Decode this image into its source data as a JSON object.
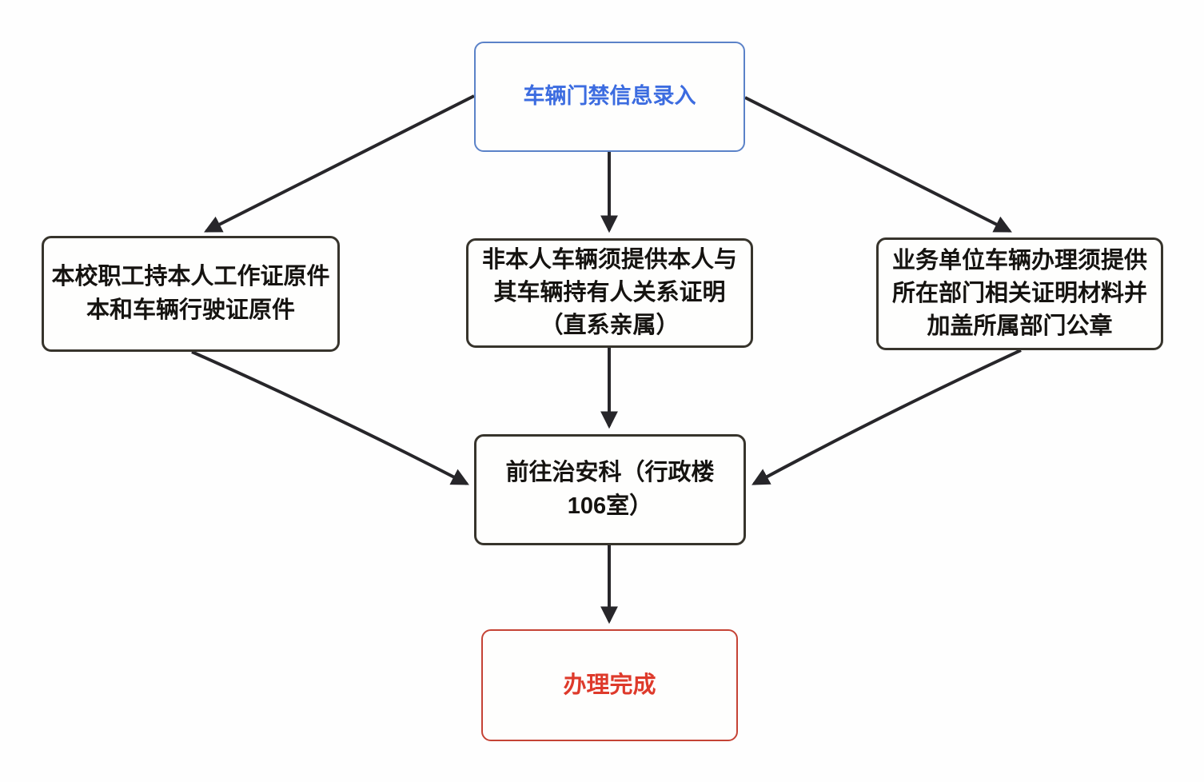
{
  "flowchart": {
    "nodes": [
      {
        "id": "start",
        "label": "车辆门禁信息录入"
      },
      {
        "id": "staff",
        "label": "本校职工持本人工作证原件\n本和车辆行驶证原件"
      },
      {
        "id": "nonowner",
        "label": "非本人车辆须提供本人与\n其车辆持有人关系证明\n（直系亲属）"
      },
      {
        "id": "business",
        "label": "业务单位车辆办理须提供\n所在部门相关证明材料并\n加盖所属部门公章"
      },
      {
        "id": "office",
        "label": "前往治安科（行政楼\n106室）"
      },
      {
        "id": "done",
        "label": "办理完成"
      }
    ],
    "edges": [
      {
        "from": "start",
        "to": "staff"
      },
      {
        "from": "start",
        "to": "nonowner"
      },
      {
        "from": "start",
        "to": "business"
      },
      {
        "from": "staff",
        "to": "office"
      },
      {
        "from": "nonowner",
        "to": "office"
      },
      {
        "from": "business",
        "to": "office"
      },
      {
        "from": "office",
        "to": "done"
      }
    ],
    "colors": {
      "start_text": "#3c6ce0",
      "start_border": "#5b82c8",
      "plain_text": "#151310",
      "plain_border": "#37342c",
      "end_text": "#de3a2b",
      "end_border": "#c54335",
      "arrow": "#27262a",
      "background": "#fefefe"
    }
  }
}
